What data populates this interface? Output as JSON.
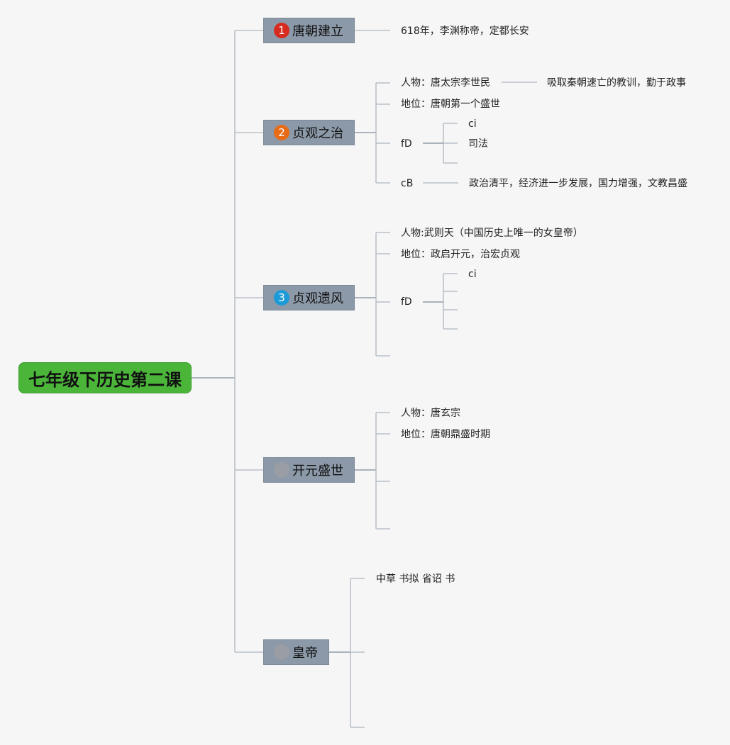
{
  "root": {
    "label": "七年级下历史第二课"
  },
  "topics": [
    {
      "badge": "1",
      "badge_color": "#d62b1e",
      "label": "唐朝建立"
    },
    {
      "badge": "2",
      "badge_color": "#e86b17",
      "label": "贞观之治"
    },
    {
      "badge": "3",
      "badge_color": "#1d9ad8",
      "label": "贞观遗风"
    },
    {
      "badge": "",
      "badge_color": "#9a9ea4",
      "label": "开元盛世"
    },
    {
      "badge": "",
      "badge_color": "#9a9ea4",
      "label": "皇帝"
    }
  ],
  "t1": {
    "n1": "618年，李渊称帝，定都长安"
  },
  "t2": {
    "person": "人物：唐太宗李世民",
    "person_note": "吸取秦朝速亡的教训，勤于政事",
    "status": "地位：唐朝第一个盛世",
    "fd": "fD",
    "fd_ci": "ci",
    "fd_law": "司法",
    "cb": "cB",
    "cb_note": "政治清平，经济进一步发展，国力增强，文教昌盛"
  },
  "t3": {
    "person": "人物:武则天（中国历史上唯一的女皇帝）",
    "status": "地位：政启开元，治宏贞观",
    "fd": "fD",
    "fd_ci": "ci"
  },
  "t4": {
    "person": "人物：唐玄宗",
    "status": "地位：唐朝鼎盛时期"
  },
  "t5": {
    "n1": "中草 书拟 省诏 书"
  },
  "colors": {
    "line": "#aeb6c0",
    "line_dark": "#7f8a99"
  }
}
